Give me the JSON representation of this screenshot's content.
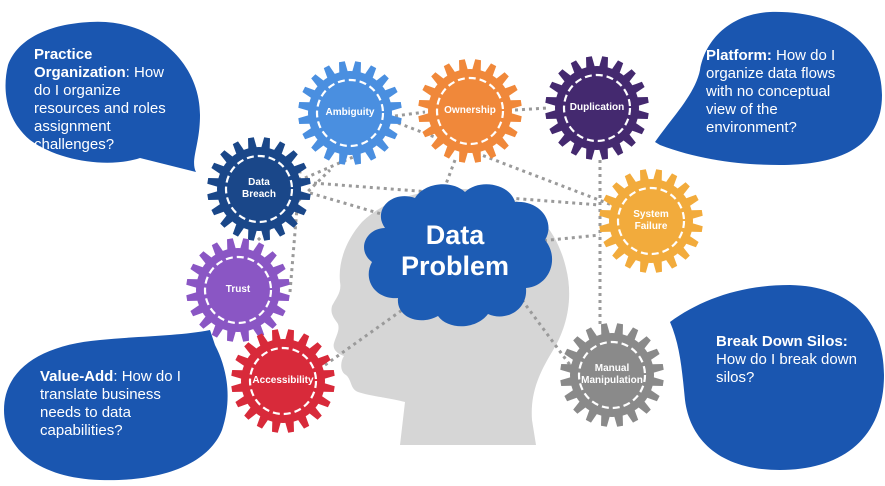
{
  "center": {
    "line1": "Data",
    "line2": "Problem"
  },
  "gears": [
    {
      "label": "Ambiguity",
      "color": "#4a8fe0"
    },
    {
      "label": "Ownership",
      "color": "#f0883a"
    },
    {
      "label": "Duplication",
      "color": "#44296f"
    },
    {
      "label": "Data\nBreach",
      "color": "#1a4789"
    },
    {
      "label": "System\nFailure",
      "color": "#f2ab3c"
    },
    {
      "label": "Trust",
      "color": "#8a56c4"
    },
    {
      "label": "Accessibility",
      "color": "#d82a3a"
    },
    {
      "label": "Manual\nManipulation",
      "color": "#8a8a8a"
    }
  ],
  "bubbles": {
    "practice": {
      "bold": "Practice Organization",
      "text": ": How do I organize resources and roles assignment challenges?"
    },
    "platform": {
      "bold": "Platform:",
      "text": " How do I organize data flows with no conceptual view of the environment?"
    },
    "value_add": {
      "bold": "Value-Add",
      "text": ": How do I translate business needs to data capabilities?"
    },
    "silos": {
      "bold": "Break Down Silos:",
      "text": " How do I break down silos?"
    }
  },
  "colors": {
    "bubble": "#1a56b0",
    "head": "#d6d6d6",
    "brain": "#1d5cb4",
    "connector": "#9a9a9a"
  }
}
